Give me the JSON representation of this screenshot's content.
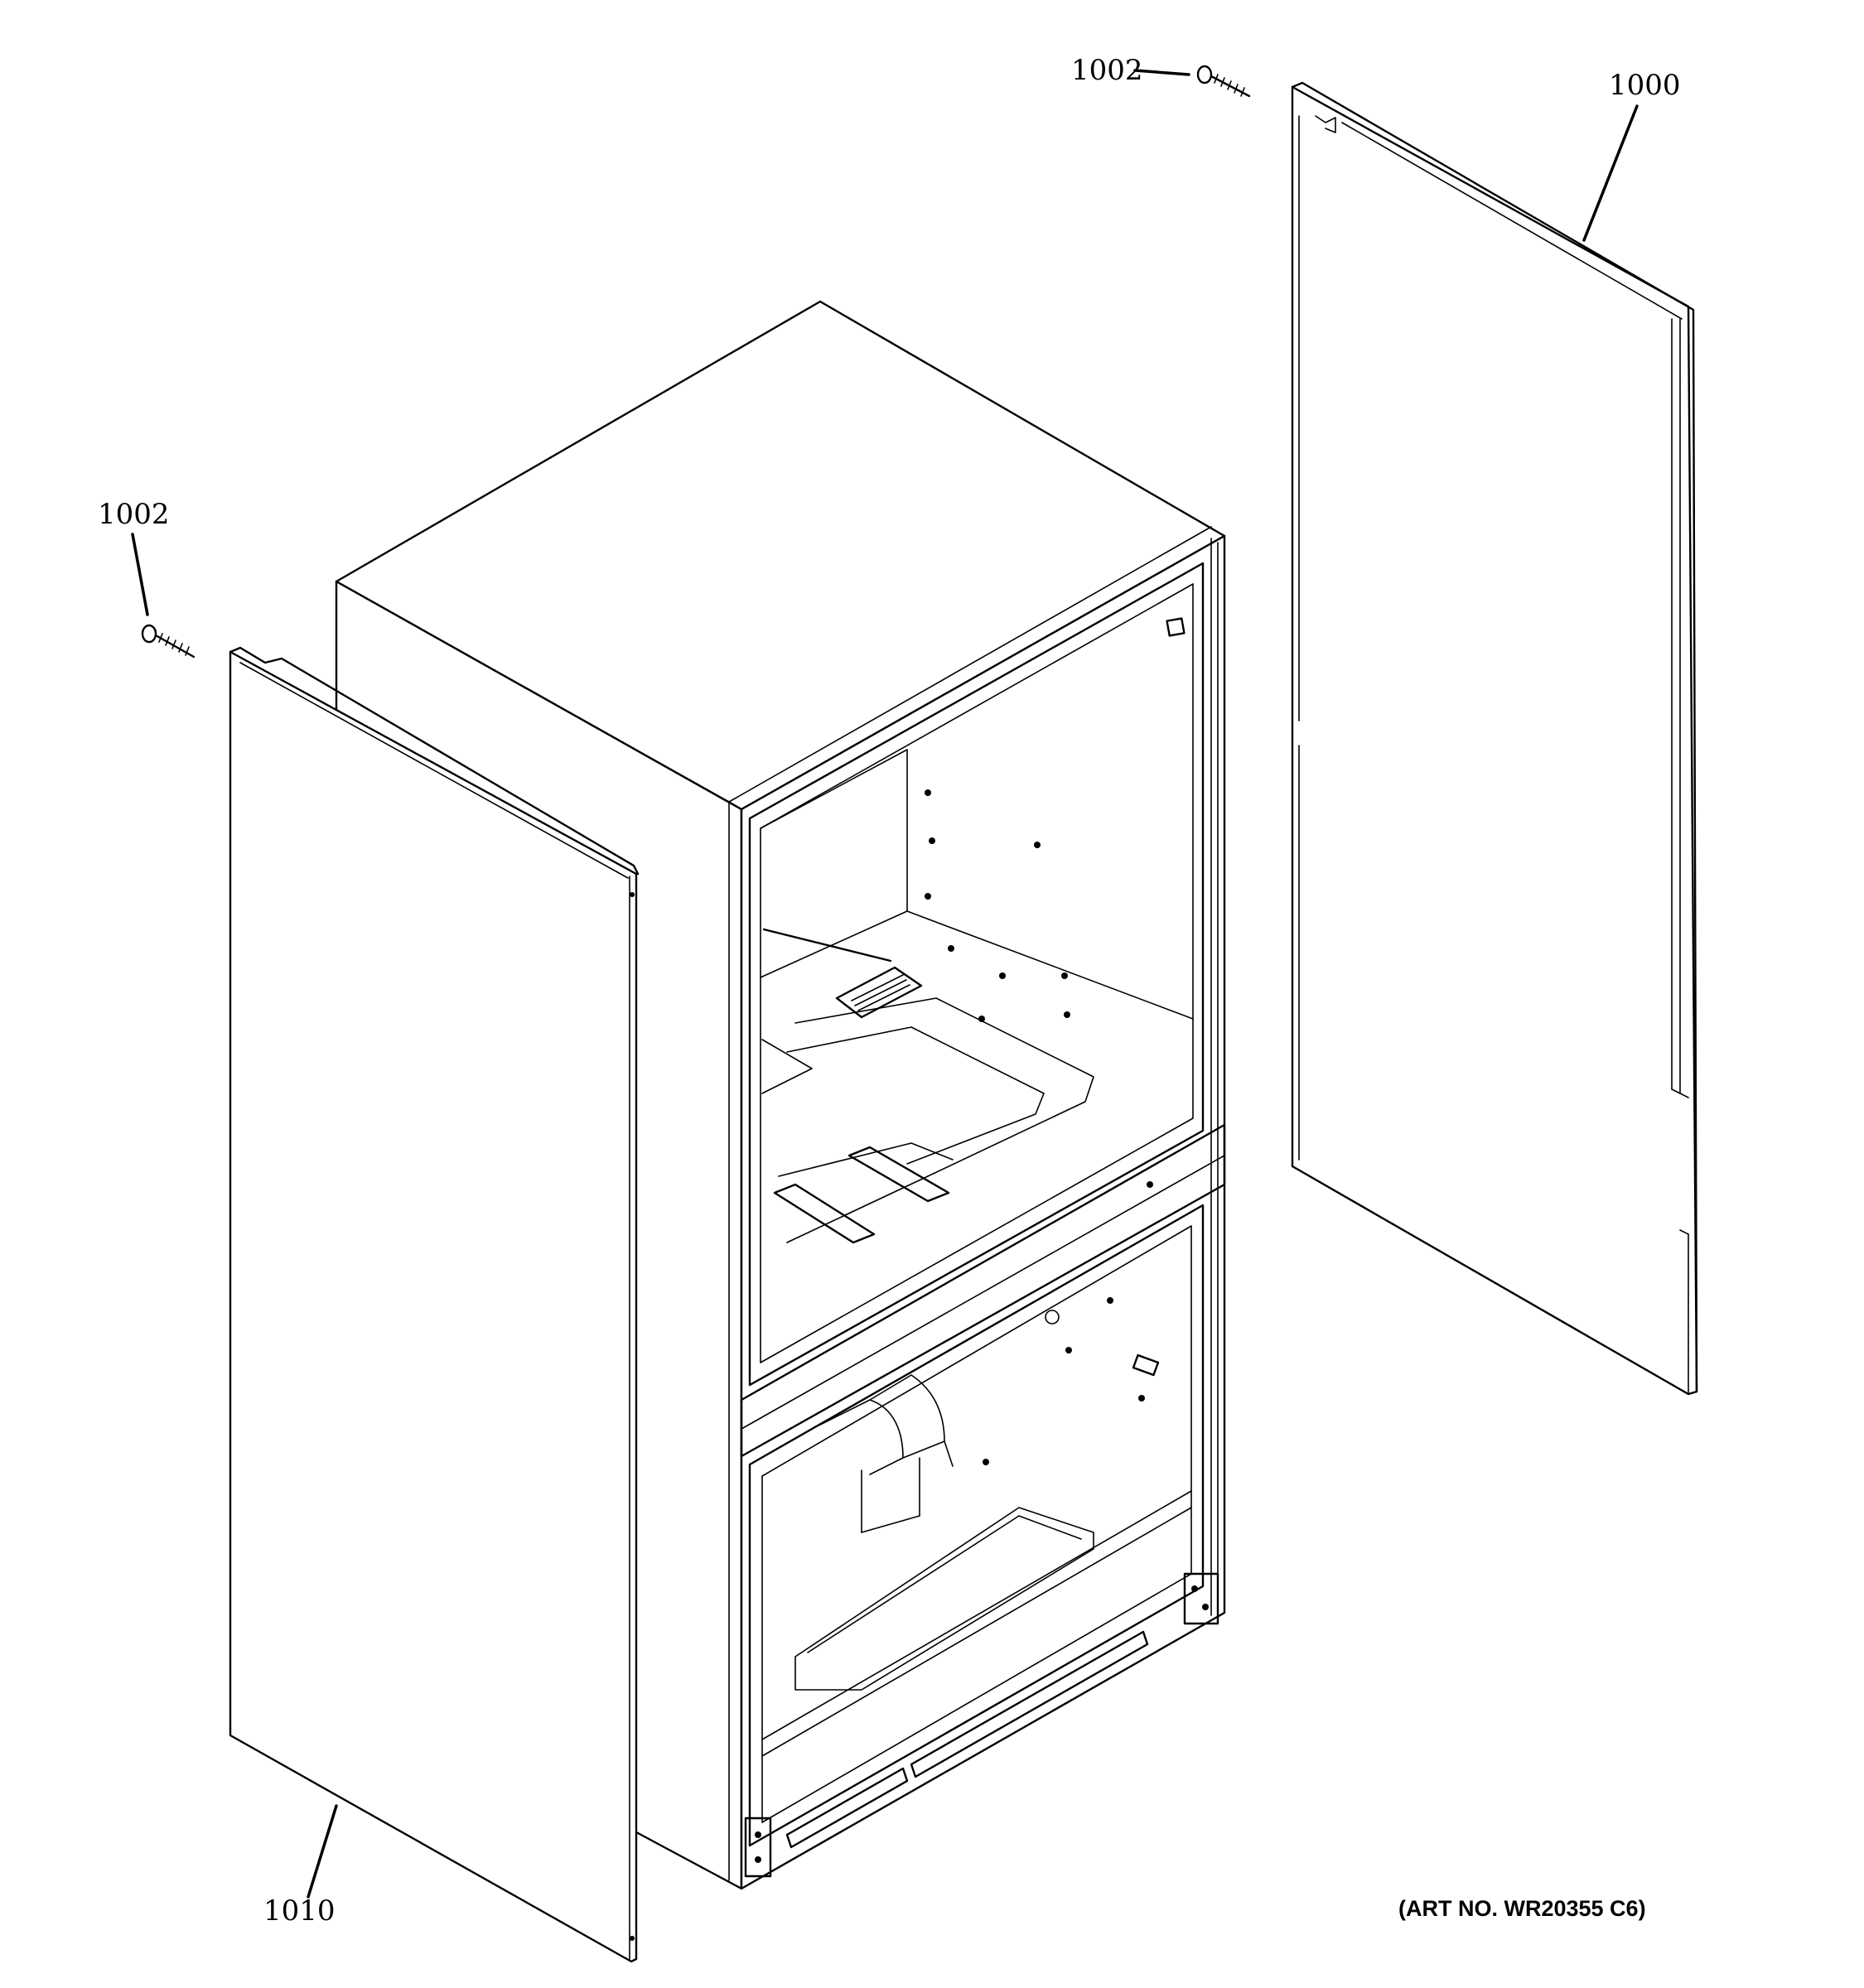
{
  "diagram": {
    "callouts": {
      "screw_top": "1002",
      "right_panel": "1000",
      "screw_left": "1002",
      "left_panel": "1010"
    },
    "art_number": "(ART NO. WR20355 C6)"
  }
}
